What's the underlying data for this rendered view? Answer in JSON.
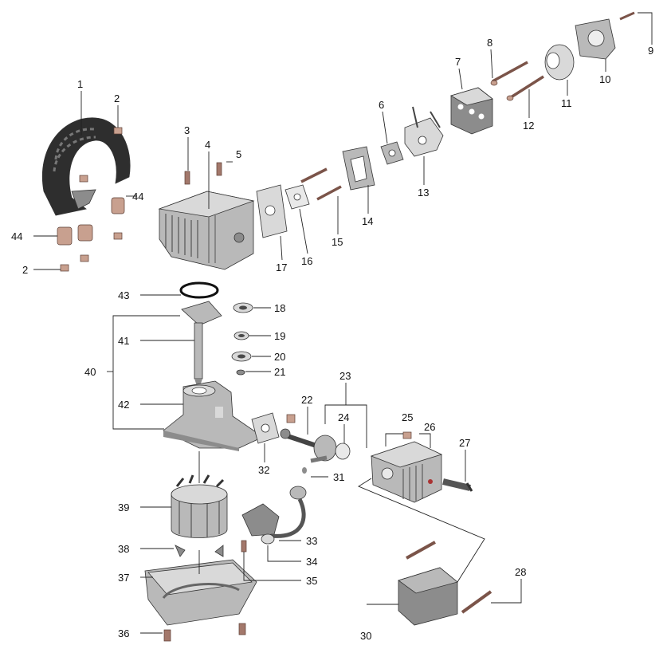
{
  "labels": [
    "1",
    "2",
    "2",
    "3",
    "4",
    "5",
    "6",
    "7",
    "8",
    "9",
    "10",
    "11",
    "12",
    "13",
    "14",
    "15",
    "16",
    "17",
    "18",
    "19",
    "20",
    "21",
    "22",
    "23",
    "24",
    "25",
    "26",
    "27",
    "28",
    "30",
    "31",
    "32",
    "33",
    "34",
    "35",
    "36",
    "37",
    "38",
    "39",
    "40",
    "41",
    "42",
    "43",
    "44",
    "44"
  ]
}
